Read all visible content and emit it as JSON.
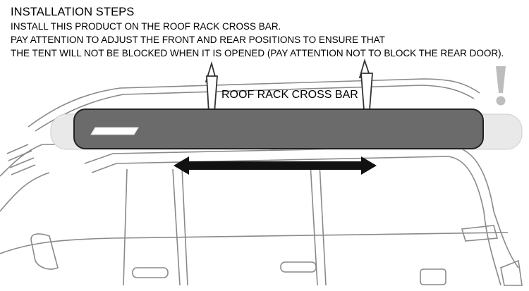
{
  "heading": "INSTALLATION STEPS",
  "instructions": [
    "INSTALL THIS PRODUCT ON THE ROOF RACK CROSS BAR.",
    "PAY ATTENTION TO ADJUST THE FRONT AND REAR POSITIONS TO ENSURE THAT",
    "THE TENT WILL NOT BE BLOCKED WHEN IT IS OPENED (PAY ATTENTION NOT TO BLOCK THE REAR DOOR)."
  ],
  "diagram": {
    "crossbar_label": "ROOF RACK CROSS BAR",
    "colors": {
      "tent": "#6b6b6b",
      "crossbar": "#e9e9e9",
      "car_outline": "#7a7a7a",
      "arrow": "#111111",
      "warning": "#bdbdbd"
    },
    "icons": [
      "double-arrow-icon",
      "exclamation-icon"
    ]
  }
}
